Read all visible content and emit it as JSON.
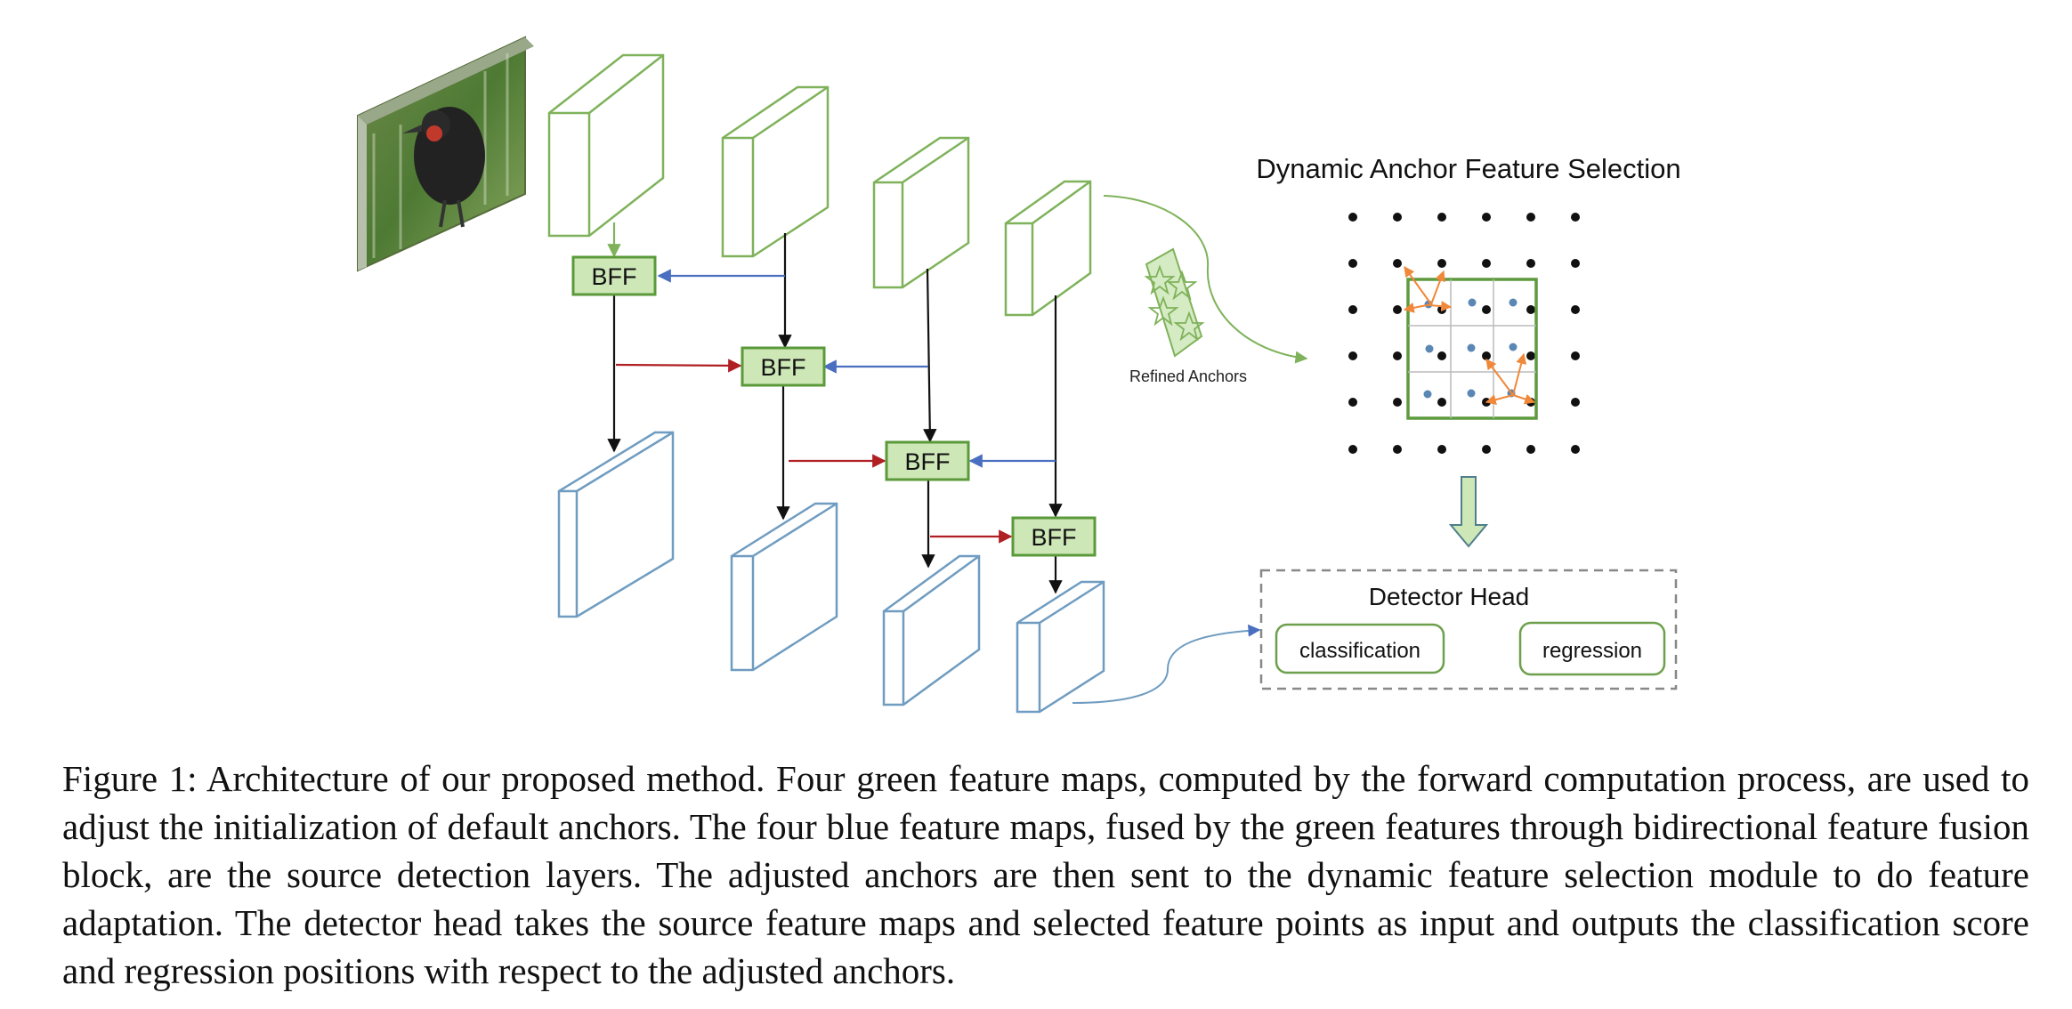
{
  "figure": {
    "bff_label": "BFF",
    "refined_anchors_label": "Refined Anchors",
    "dafs_title": "Dynamic Anchor Feature Selection",
    "detector_head_title": "Detector Head",
    "classification_label": "classification",
    "regression_label": "regression",
    "colors": {
      "green_map": "#7fb25a",
      "blue_map": "#6f9cc0",
      "bff_fill": "#cde7b7",
      "bff_stroke": "#5a9a3a",
      "red_arrow": "#b01f24",
      "blue_arrow": "#4a6fc0",
      "orange_arrow": "#f0883a",
      "blue_dot": "#5b87b5",
      "head_border": "#888888",
      "head_box_border": "#6d9f4c"
    }
  },
  "caption": {
    "text": "Figure 1: Architecture of our proposed method. Four green feature maps, computed by the forward computation process, are used to adjust the initialization of default anchors. The four blue feature maps, fused by the green features through bidirectional feature fusion block, are the source detection layers. The adjusted anchors are then sent to the dynamic feature selection module to do feature adaptation. The detector head takes the source feature maps and selected feature points as input and outputs the classification score and regression positions with respect to the adjusted anchors."
  }
}
